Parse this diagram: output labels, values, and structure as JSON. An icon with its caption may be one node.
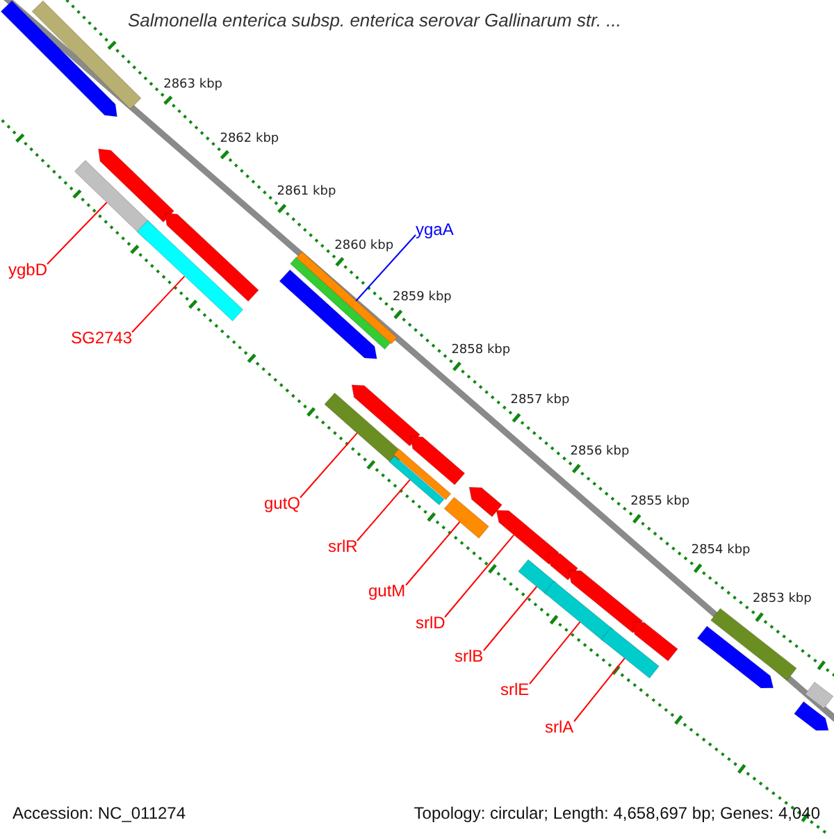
{
  "diagram": {
    "title": "Salmonella enterica subsp. enterica serovar Gallinarum str. ...",
    "nodes": [
      {
        "text": [
          "ygaA"
        ]
      },
      {
        "text": [
          "ygbD"
        ]
      },
      {
        "text": [
          "SG2743"
        ]
      },
      {
        "text": [
          "gutQ"
        ]
      },
      {
        "text": [
          "srlR"
        ]
      },
      {
        "text": [
          "gutM"
        ]
      },
      {
        "text": [
          "srlD"
        ]
      },
      {
        "text": [
          "srlB"
        ]
      },
      {
        "text": [
          "srlE"
        ]
      },
      {
        "text": [
          "srlA"
        ]
      },
      {
        "text": [],
        "shape": "bar"
      },
      {
        "text": [],
        "shape": "arrow"
      },
      {
        "text": [],
        "shape": "arrow"
      },
      {
        "text": [],
        "shape": "bar"
      },
      {
        "text": [],
        "shape": "arrow"
      },
      {
        "text": [],
        "shape": "bar"
      },
      {
        "text": [],
        "shape": "bar"
      },
      {
        "text": [],
        "shape": "bar"
      },
      {
        "text": [],
        "shape": "arrow"
      },
      {
        "text": [],
        "shape": "bar"
      },
      {
        "text": [],
        "shape": "arrow"
      },
      {
        "text": [],
        "shape": "bar"
      },
      {
        "text": [],
        "shape": "bar"
      },
      {
        "text": [],
        "shape": "arrow"
      },
      {
        "text": [],
        "shape": "arrow"
      },
      {
        "text": [],
        "shape": "bar"
      },
      {
        "text": [],
        "shape": "arrow"
      },
      {
        "text": [],
        "shape": "arrow"
      },
      {
        "text": [],
        "shape": "bar"
      },
      {
        "text": [],
        "shape": "bar"
      },
      {
        "text": [],
        "shape": "arrow"
      },
      {
        "text": [],
        "shape": "arrow"
      },
      {
        "text": [],
        "shape": "bar"
      },
      {
        "text": [],
        "shape": "bar"
      },
      {
        "text": [],
        "shape": "arrow"
      },
      {
        "text": [],
        "shape": "bar"
      },
      {
        "text": [],
        "shape": "arrow"
      }
    ],
    "edges": [
      {
        "from": 0,
        "to": 16,
        "arrow": "none",
        "color": "#0000ff"
      },
      {
        "from": 1,
        "to": 13,
        "arrow": "none"
      },
      {
        "from": 2,
        "to": 15,
        "arrow": "none"
      },
      {
        "from": 3,
        "to": 19,
        "arrow": "none"
      },
      {
        "from": 4,
        "to": 22,
        "arrow": "none"
      },
      {
        "from": 5,
        "to": 25,
        "arrow": "none"
      },
      {
        "from": 6,
        "to": 26,
        "arrow": "none"
      },
      {
        "from": 7,
        "to": 28,
        "arrow": "none"
      },
      {
        "from": 8,
        "to": 29,
        "arrow": "none"
      },
      {
        "from": 9,
        "to": 32,
        "arrow": "none"
      }
    ],
    "labels": [
      "2863 kbp",
      "2862 kbp",
      "2861 kbp",
      "2860 kbp",
      "2859 kbp",
      "2858 kbp",
      "2857 kbp",
      "2856 kbp",
      "2855 kbp",
      "2854 kbp",
      "2853 kbp",
      "Accession: NC_011274",
      "Topology: circular; Length: 4,658,697 bp; Genes: 4,040"
    ]
  }
}
